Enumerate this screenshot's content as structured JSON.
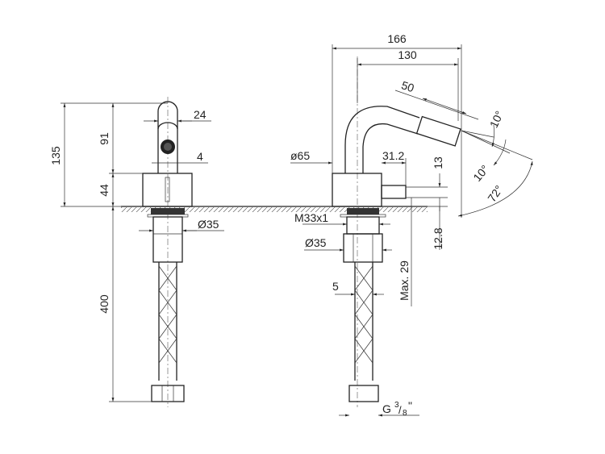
{
  "title": "Bidet mixer technical drawing",
  "front_view": {
    "dims": {
      "total_height": "135",
      "spout_height": "91",
      "body_height": "44",
      "hose_length": "400",
      "spout_width": "24",
      "gap": "4",
      "shank_diameter": "Ø35"
    }
  },
  "side_view": {
    "dims": {
      "total_reach": "166",
      "spout_reach": "130",
      "nozzle_length": "50",
      "body_diameter": "ø65",
      "lever_length": "31.2",
      "lever_height": "13",
      "thread": "M33x1",
      "shank_diameter": "Ø35",
      "thread_depth": "12.8",
      "max_thickness": "Max. 29",
      "hose_offset": "5",
      "connection": "G",
      "connection_num": "3",
      "connection_den": "8",
      "connection_unit": "\"",
      "angle_up": "10°",
      "angle_down": "10°",
      "angle_total": "72°"
    }
  }
}
